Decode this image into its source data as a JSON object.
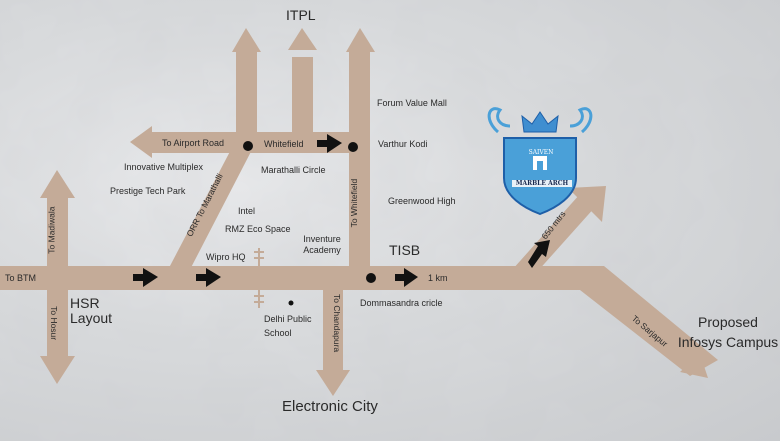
{
  "labels": {
    "itpl": "ITPL",
    "forum_value_mall": "Forum Value Mall",
    "to_airport_road": "To Airport Road",
    "whitefield": "Whitefield",
    "varthur_kodi": "Varthur Kodi",
    "innovative_multiplex": "Innovative Multiplex",
    "marathalli_circle": "Marathalli Circle",
    "prestige_tech_park": "Prestige Tech Park",
    "greenwood_high": "Greenwood High",
    "intel": "Intel",
    "rmz_eco_space": "RMZ Eco Space",
    "orr_to_marathalli": "ORR To Marathalli",
    "to_whitefield": "To Whitefield",
    "inventure_academy": "Inventure Academy",
    "tisb": "TISB",
    "to_madiwala": "To Madiwala",
    "to_btm": "To BTM",
    "wipro_hq": "Wipro HQ",
    "one_km": "1 km",
    "hsr_layout": "HSR Layout",
    "to_hosur": "To Hosur",
    "delhi_public_school": "Delhi Public School",
    "to_chandapura": "To Chandapura",
    "dommasandra_circle": "Dommasandra cricle",
    "six_fifty_mtrs": "650 mtrs",
    "to_sarjapur": "To Sarjapur",
    "proposed_infosys_campus": "Proposed Infosys Campus",
    "electronic_city": "Electronic City"
  },
  "logo": {
    "brand": "SAIVEN",
    "caption": "MARBLE ARCH",
    "colors": {
      "shield": "#4aa0d8",
      "crown": "#3f8ed0",
      "accent": "#1e5fa8"
    }
  },
  "colors": {
    "road": "#c4ab98",
    "arrow_solid": "#111111",
    "dot": "#111111",
    "background": "#d9dbdd"
  }
}
